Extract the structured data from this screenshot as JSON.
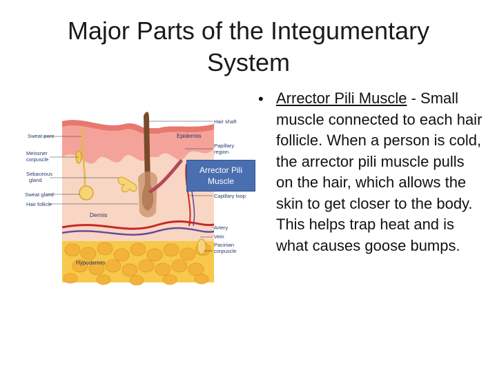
{
  "slide": {
    "title": "Major Parts of the Integumentary System",
    "callout": "Arrector Pili Muscle",
    "bullet": {
      "term": "Arrector Pili Muscle",
      "separator": " - ",
      "text": "Small muscle connected to each hair follicle.  When a person is cold, the arrector pili muscle pulls on the hair, which allows the skin to get closer to the body.  This helps trap heat and is what causes goose bumps."
    }
  },
  "diagram": {
    "left_labels": [
      "Sweat pore",
      "Meissner corpuscle",
      "Sebaceous gland",
      "Sweat gland",
      "Hair follicle"
    ],
    "right_labels": [
      "Hair shaft",
      "Papillary region",
      "Capillary loop",
      "Artery",
      "Vein",
      "Pacinian corpuscle"
    ],
    "layer_labels": [
      "Epidermis",
      "Dermis",
      "Hypodermis"
    ]
  }
}
